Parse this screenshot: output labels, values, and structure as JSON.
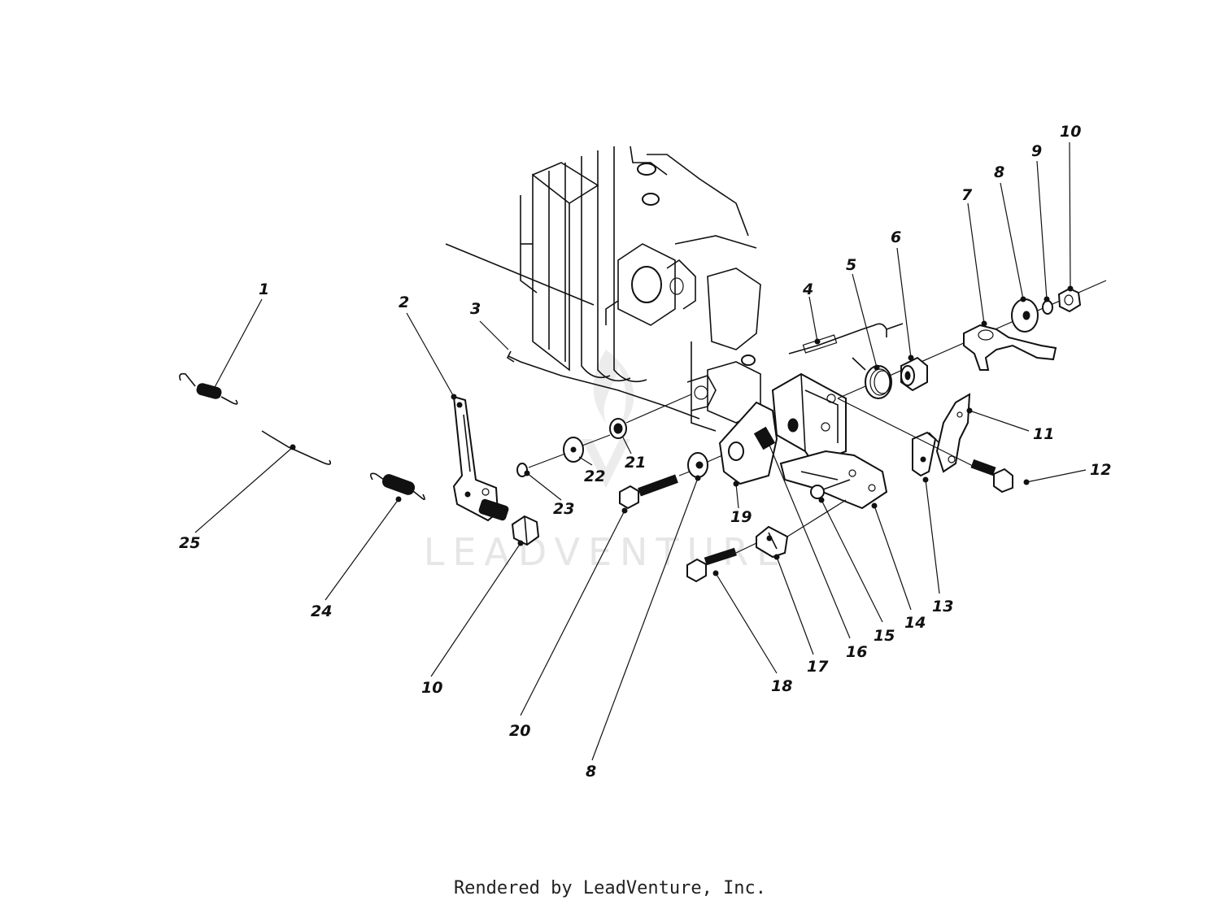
{
  "watermark": "LEADVENTURE",
  "footer": "Rendered by LeadVenture, Inc.",
  "callouts": [
    {
      "id": "1",
      "text": "1"
    },
    {
      "id": "2",
      "text": "2"
    },
    {
      "id": "3",
      "text": "3"
    },
    {
      "id": "4",
      "text": "4"
    },
    {
      "id": "5",
      "text": "5"
    },
    {
      "id": "6",
      "text": "6"
    },
    {
      "id": "7",
      "text": "7"
    },
    {
      "id": "8a",
      "text": "8"
    },
    {
      "id": "9",
      "text": "9"
    },
    {
      "id": "10a",
      "text": "10"
    },
    {
      "id": "11",
      "text": "11"
    },
    {
      "id": "12",
      "text": "12"
    },
    {
      "id": "13",
      "text": "13"
    },
    {
      "id": "14",
      "text": "14"
    },
    {
      "id": "15",
      "text": "15"
    },
    {
      "id": "16",
      "text": "16"
    },
    {
      "id": "17",
      "text": "17"
    },
    {
      "id": "18",
      "text": "18"
    },
    {
      "id": "19",
      "text": "19"
    },
    {
      "id": "20",
      "text": "20"
    },
    {
      "id": "21",
      "text": "21"
    },
    {
      "id": "22",
      "text": "22"
    },
    {
      "id": "23",
      "text": "23"
    },
    {
      "id": "24",
      "text": "24"
    },
    {
      "id": "25",
      "text": "25"
    },
    {
      "id": "10b",
      "text": "10"
    },
    {
      "id": "8b",
      "text": "8"
    }
  ]
}
